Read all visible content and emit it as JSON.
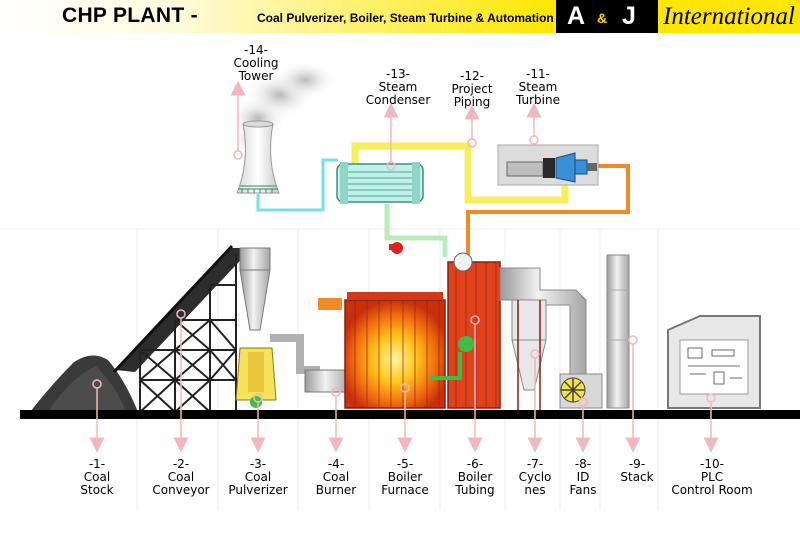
{
  "title": {
    "main": "CHP PLANT -",
    "sub": "Coal Pulverizer, Boiler, Steam Turbine & Automation"
  },
  "brand": {
    "a": "A",
    "amp": "&",
    "j": "J",
    "international": "International"
  },
  "labels_bottom": [
    {
      "num": "-1-",
      "l1": "Coal",
      "l2": "Stock"
    },
    {
      "num": "-2-",
      "l1": "Coal",
      "l2": "Conveyor"
    },
    {
      "num": "-3-",
      "l1": "Coal",
      "l2": "Pulverizer"
    },
    {
      "num": "-4-",
      "l1": "Coal",
      "l2": "Burner"
    },
    {
      "num": "-5-",
      "l1": "Boiler",
      "l2": "Furnace"
    },
    {
      "num": "-6-",
      "l1": "Boiler",
      "l2": "Tubing"
    },
    {
      "num": "-7-",
      "l1": "Cyclo",
      "l2": "nes"
    },
    {
      "num": "-8-",
      "l1": "ID",
      "l2": "Fans"
    },
    {
      "num": "-9-",
      "l1": "Stack",
      "l2": ""
    },
    {
      "num": "-10-",
      "l1": "PLC",
      "l2": "Control Room"
    }
  ],
  "labels_top": [
    {
      "num": "-14-",
      "l1": "Cooling",
      "l2": "Tower"
    },
    {
      "num": "-13-",
      "l1": "Steam",
      "l2": "Condenser"
    },
    {
      "num": "-12-",
      "l1": "Project",
      "l2": "Piping"
    },
    {
      "num": "-11-",
      "l1": "Steam",
      "l2": "Turbine"
    }
  ],
  "colors": {
    "arrow": "#f4b6bd",
    "steam_pipe": "#f6ef5c",
    "hot_pipe": "#f08a25",
    "cold_pipe": "#74e1ea",
    "condensate_pipe": "#b8ecb8",
    "boiler": "#e0421c",
    "ground": "#000000"
  }
}
